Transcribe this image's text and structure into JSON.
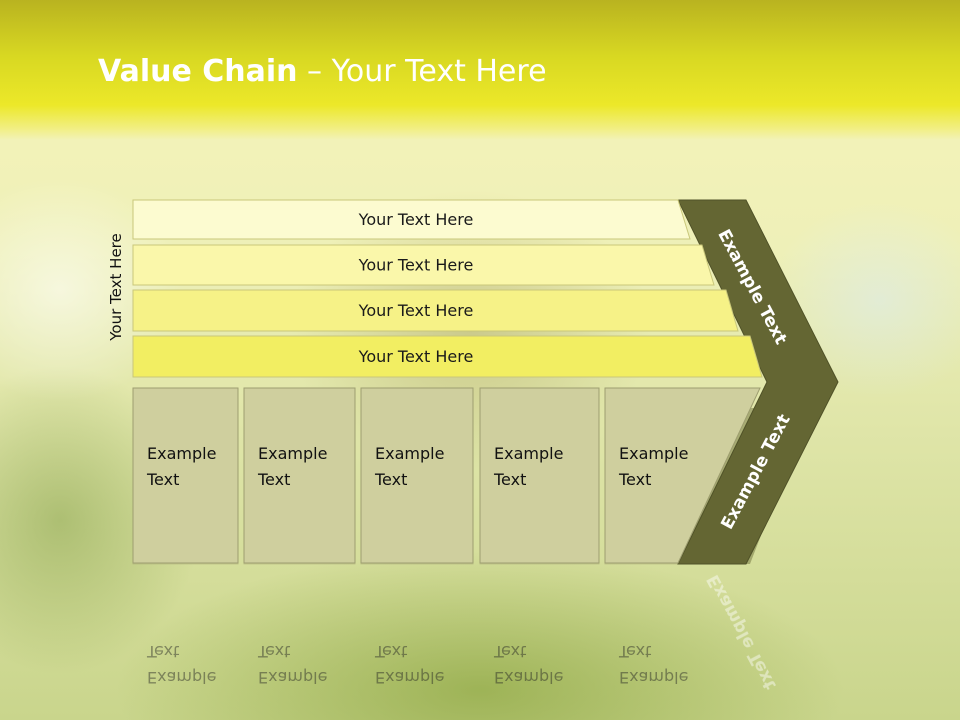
{
  "slide": {
    "title_bold": "Value Chain",
    "title_rest": " – Your Text Here",
    "vertical_label": "Your Text Here",
    "bars": [
      {
        "label": "Your Text Here",
        "color": "#fcfbd0"
      },
      {
        "label": "Your Text Here",
        "color": "#faf7aa"
      },
      {
        "label": "Your Text Here",
        "color": "#f6f287"
      },
      {
        "label": "Your Text Here",
        "color": "#f2ee62"
      }
    ],
    "boxes": [
      {
        "line1": "Example",
        "line2": "Text"
      },
      {
        "line1": "Example",
        "line2": "Text"
      },
      {
        "line1": "Example",
        "line2": "Text"
      },
      {
        "line1": "Example",
        "line2": "Text"
      },
      {
        "line1": "Example",
        "line2": "Text"
      }
    ],
    "arrow_upper_label": "Example Text",
    "arrow_lower_label": "Example Text",
    "colors": {
      "header": "#e3e227",
      "box_fill": "#cfcf9e",
      "arrow_fill": "#646633"
    }
  }
}
